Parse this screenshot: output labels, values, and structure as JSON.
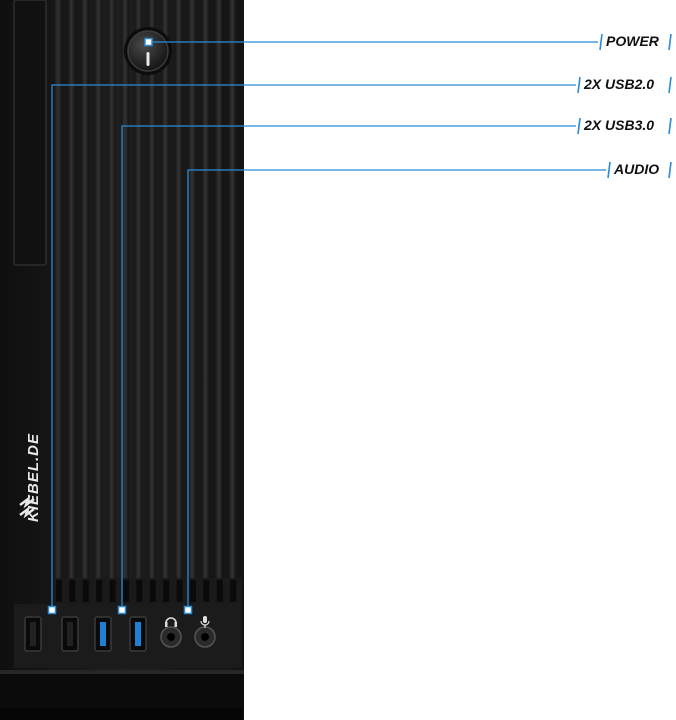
{
  "callouts": [
    {
      "id": "power",
      "label": "POWER"
    },
    {
      "id": "usb2",
      "label": "2X USB2.0"
    },
    {
      "id": "usb3",
      "label": "2X USB3.0"
    },
    {
      "id": "audio",
      "label": "AUDIO"
    }
  ],
  "brand": {
    "logo_text": "KIEBEL.DE"
  },
  "colors": {
    "case": "#1c1c1c",
    "case_edge": "#0d0d0d",
    "rib": "#2b2b2b",
    "callout_line": "#2a8ad6",
    "usb3_blue": "#1f7fd1",
    "logo_red": "#d3262b"
  },
  "icons": {
    "power": "power-button-icon",
    "headphone": "headphone-icon",
    "microphone": "microphone-icon"
  }
}
